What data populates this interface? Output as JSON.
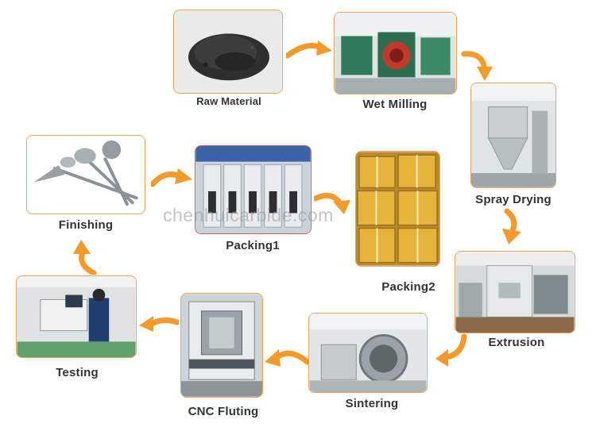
{
  "steps": {
    "raw_material": "Raw Material",
    "wet_milling": "Wet Milling",
    "spray_drying": "Spray Drying",
    "extrusion": "Extrusion",
    "sintering": "Sintering",
    "cnc_fluting": "CNC Fluting",
    "testing": "Testing",
    "finishing": "Finishing",
    "packing1": "Packing1",
    "packing2": "Packing2"
  },
  "watermark": "chenhuicarbide.com",
  "arrow_color": "#f39a2b",
  "frame_color": "#f0a057"
}
